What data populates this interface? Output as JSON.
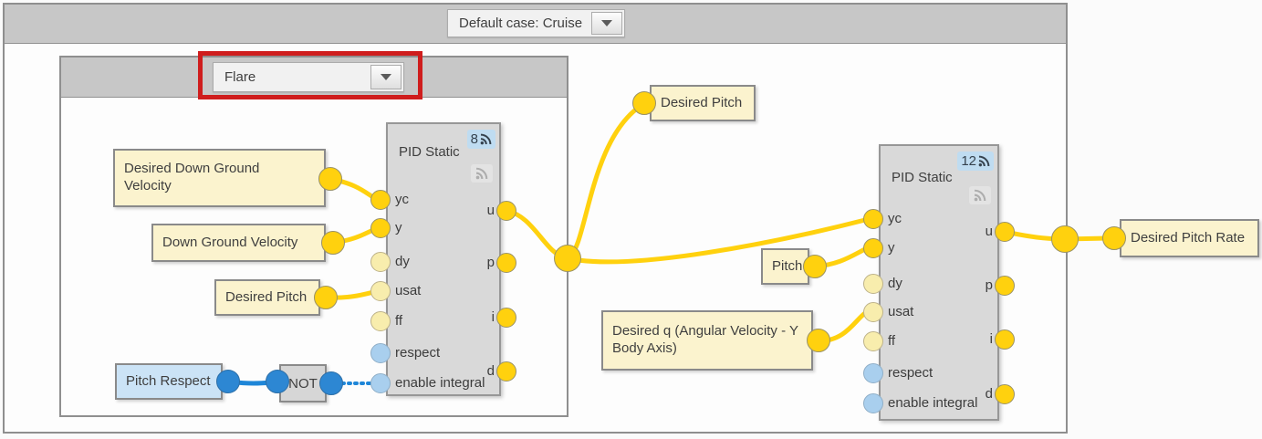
{
  "outer_panel": {
    "case_selector": {
      "value": "Default case: Cruise"
    }
  },
  "inner_panel": {
    "case_selector": {
      "value": "Flare"
    }
  },
  "nodes": {
    "pid_left": {
      "title": "PID Static",
      "badge_count": "8",
      "inputs": [
        "yc",
        "y",
        "dy",
        "usat",
        "ff",
        "respect",
        "enable integral"
      ],
      "outputs": [
        "u",
        "p",
        "i",
        "d"
      ]
    },
    "pid_right": {
      "title": "PID Static",
      "badge_count": "12",
      "inputs": [
        "yc",
        "y",
        "dy",
        "usat",
        "ff",
        "respect",
        "enable integral"
      ],
      "outputs": [
        "u",
        "p",
        "i",
        "d"
      ]
    },
    "not_gate": {
      "label": "NOT"
    }
  },
  "labels": {
    "desired_down_ground_velocity": "Desired Down Ground Velocity",
    "down_ground_velocity": "Down Ground Velocity",
    "desired_pitch_input": "Desired Pitch",
    "pitch_respect": "Pitch Respect",
    "desired_pitch_output": "Desired Pitch",
    "pitch": "Pitch",
    "desired_q": "Desired q (Angular Velocity - Y Body Axis)",
    "desired_pitch_rate": "Desired Pitch Rate"
  },
  "colors": {
    "wire_yellow": "#FFD10E",
    "wire_blue": "#1E86D8",
    "port_connected_yellow": "#FFD10E",
    "port_unconnected_yellow": "#F8EDAD",
    "port_blue": "#A9CFEE",
    "connector_strong_blue": "#2D87D3",
    "label_yellow_bg": "#FBF3CE",
    "label_blue_bg": "#CBE3F6",
    "highlight_red": "#CF1D1D",
    "panel_header_gray": "#C7C7C7",
    "block_gray": "#D9D9D9",
    "badge_blue_bg": "#BFDCF1"
  }
}
